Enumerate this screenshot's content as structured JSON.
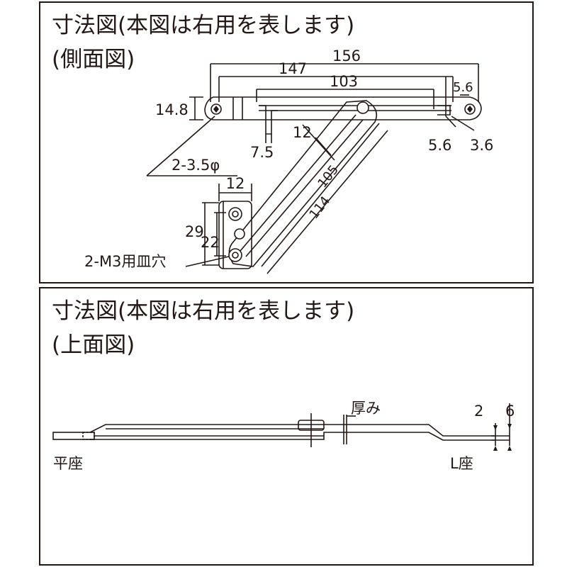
{
  "side_view": {
    "title": "寸法図(本図は右用を表します)",
    "subtitle": "(側面図)",
    "dims": {
      "d156": "156",
      "d147": "147",
      "d103": "103",
      "d5_6_top": "5.6",
      "d14_8": "14.8",
      "d12_arm": "12",
      "d7_5": "7.5",
      "d5_6_bottom": "5.6",
      "d3_6": "3.6",
      "d105": "105",
      "d114": "114",
      "d12_base": "12",
      "d29": "29",
      "d22": "22",
      "hole_note": "2-3.5φ",
      "screw_note": "2-M3用皿穴"
    }
  },
  "top_view": {
    "title": "寸法図(本図は右用を表します)",
    "subtitle": "(上面図)",
    "labels": {
      "thickness": "厚み",
      "d2": "2",
      "d6": "6",
      "flat_seat": "平座",
      "l_seat": "L座"
    }
  }
}
